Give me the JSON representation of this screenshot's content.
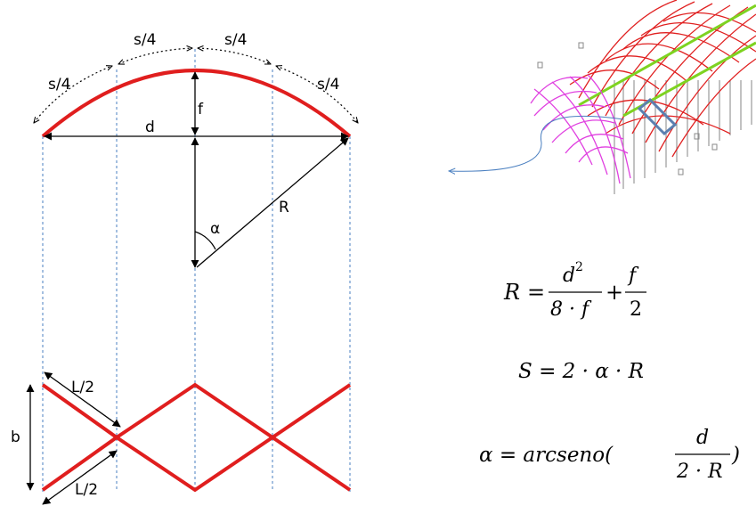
{
  "labels": {
    "arc_quarter": "s/4",
    "rise": "f",
    "chord": "d",
    "radius": "R",
    "angle": "α",
    "half_length": "L/2",
    "width": "b"
  },
  "formulas": {
    "radius": {
      "lhs": "R",
      "eq": "=",
      "num1": "d",
      "sup": "2",
      "den1": "8 · f",
      "plus": "+",
      "num2": "f",
      "den2": "2"
    },
    "arc_length": {
      "text": "S = 2 · α · R"
    },
    "angle": {
      "lhs": "α = arcseno(",
      "num": "d",
      "den": "2 · R",
      "close": ")"
    }
  },
  "colors": {
    "arc": "#e01e1e",
    "lines": "#000000",
    "guides": "#4a7fc0",
    "roof_red": "#e02020",
    "roof_green": "#7ed321",
    "roof_magenta": "#e040e0",
    "highlight_box": "#5b7fb0"
  }
}
